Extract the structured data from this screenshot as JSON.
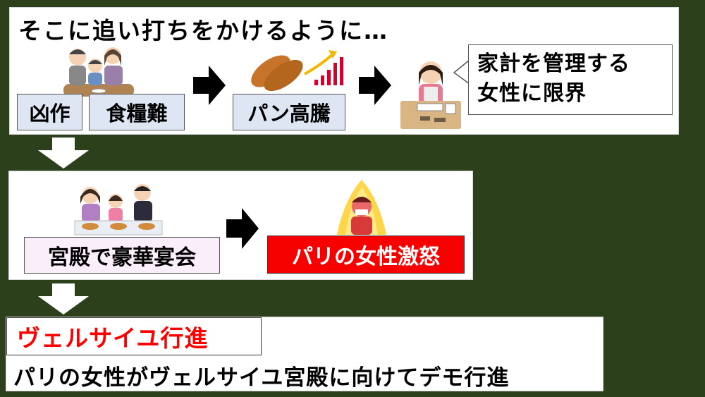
{
  "step1": {
    "title": "そこに追い打ちをかけるように…",
    "labels": {
      "bad_harvest": "凶作",
      "food_shortage": "食糧難",
      "bread_price_surge": "パン高騰"
    },
    "speech": {
      "line1": "家計を管理する",
      "line2": "女性に限界"
    }
  },
  "step2": {
    "labels": {
      "palace_banquet": "宮殿で豪華宴会",
      "paris_women_rage": "パリの女性激怒"
    }
  },
  "step3": {
    "title": "ヴェルサイユ行進",
    "description": "パリの女性がヴェルサイユ宮殿に向けてデモ行進"
  },
  "colors": {
    "background": "#2c401c",
    "label_blue": "#dde6f2",
    "label_pink": "#fbeefb",
    "label_red": "#f70000",
    "title_red": "#ff0000"
  }
}
